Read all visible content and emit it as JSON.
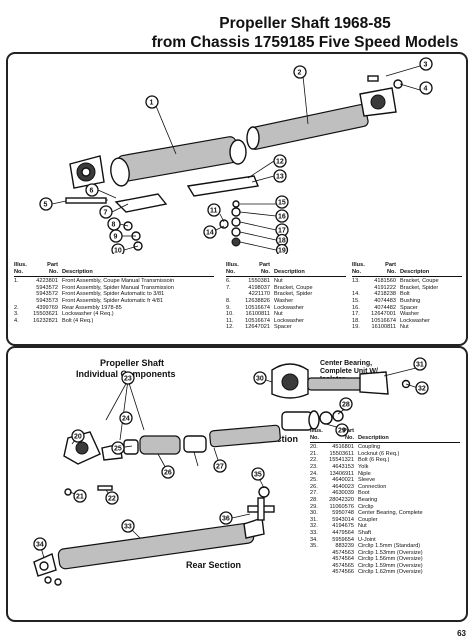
{
  "title": {
    "line1": "Propeller Shaft 1968-85",
    "line2": "from Chassis 1759185 Five Speed Models"
  },
  "headers": {
    "illus": "Illus.",
    "no": "No.",
    "part": "Part",
    "part_no": "No.",
    "description": "Description",
    "description_alt": "Descripton"
  },
  "top_table_1": [
    {
      "illus": "1.",
      "part": "4223801",
      "desc": "Front Assembly, Coupe Manual Transmissoin"
    },
    {
      "illus": "",
      "part": "5943572",
      "desc": "Front Assembly, Spider Manual Transmission"
    },
    {
      "illus": "",
      "part": "5943572",
      "desc": "Front Assembly, Spider Automatic to 3/81"
    },
    {
      "illus": "",
      "part": "5943573",
      "desc": "Front Assembly, Spider Automatic fr 4/81"
    },
    {
      "illus": "2.",
      "part": "4399769",
      "desc": "Rear Assembly 1978-85"
    },
    {
      "illus": "3.",
      "part": "15503621",
      "desc": "Lockwasher (4 Req.)"
    },
    {
      "illus": "4.",
      "part": "16232821",
      "desc": "Bolt (4 Req.)"
    }
  ],
  "top_table_2": [
    {
      "illus": "6.",
      "part": "1550381",
      "desc": "Nut"
    },
    {
      "illus": "7.",
      "part": "4198037",
      "desc": "Bracket, Coupe"
    },
    {
      "illus": "",
      "part": "4221170",
      "desc": "Bracket, Spider"
    },
    {
      "illus": "8.",
      "part": "12638826",
      "desc": "Washer"
    },
    {
      "illus": "9.",
      "part": "10516674",
      "desc": "Lockwasher"
    },
    {
      "illus": "10.",
      "part": "16100811",
      "desc": "Nut"
    },
    {
      "illus": "11.",
      "part": "10516674",
      "desc": "Lockwasher"
    },
    {
      "illus": "12.",
      "part": "12647021",
      "desc": "Spacer"
    }
  ],
  "top_table_3": [
    {
      "illus": "13.",
      "part": "4181560",
      "desc": "Bracket, Coupe"
    },
    {
      "illus": "",
      "part": "4191222",
      "desc": "Bracket, Spider"
    },
    {
      "illus": "14.",
      "part": "4218238",
      "desc": "Bolt"
    },
    {
      "illus": "15.",
      "part": "4074483",
      "desc": "Bushing"
    },
    {
      "illus": "16.",
      "part": "4074482",
      "desc": "Spacer"
    },
    {
      "illus": "17.",
      "part": "12647001",
      "desc": "Washer"
    },
    {
      "illus": "18.",
      "part": "10516674",
      "desc": "Lockwasher"
    },
    {
      "illus": "19.",
      "part": "16100811",
      "desc": "Nut"
    }
  ],
  "bottom_table": [
    {
      "illus": "20.",
      "part": "4516801",
      "desc": "Coupling"
    },
    {
      "illus": "21.",
      "part": "15503611",
      "desc": "Locknut (6 Req.)"
    },
    {
      "illus": "22.",
      "part": "15541321",
      "desc": "Bolt (6 Req.)"
    },
    {
      "illus": "23.",
      "part": "4643153",
      "desc": "Yolk"
    },
    {
      "illus": "24.",
      "part": "13406911",
      "desc": "Niple"
    },
    {
      "illus": "25.",
      "part": "4640021",
      "desc": "Sleeve"
    },
    {
      "illus": "26.",
      "part": "4640023",
      "desc": "Connection"
    },
    {
      "illus": "27.",
      "part": "4630039",
      "desc": "Boot"
    },
    {
      "illus": "28.",
      "part": "28042320",
      "desc": "Bearing"
    },
    {
      "illus": "29.",
      "part": "11060576",
      "desc": "Circlip"
    },
    {
      "illus": "30.",
      "part": "5950748",
      "desc": "Center Bearing, Complete"
    },
    {
      "illus": "31.",
      "part": "5943014",
      "desc": "Coupler"
    },
    {
      "illus": "32.",
      "part": "4194675",
      "desc": "Nut"
    },
    {
      "illus": "33.",
      "part": "4479564",
      "desc": "Shaft"
    },
    {
      "illus": "34.",
      "part": "5959654",
      "desc": "U-Joint"
    },
    {
      "illus": "35.",
      "part": "883239",
      "desc": "Circlip 1.5mm (Standard)"
    },
    {
      "illus": "",
      "part": "4574563",
      "desc": "Circlip 1.53mm (Oversize)"
    },
    {
      "illus": "",
      "part": "4574564",
      "desc": "Circlip 1.56mm (Oversize)"
    },
    {
      "illus": "",
      "part": "4574565",
      "desc": "Circlip 1.59mm (Oversize)"
    },
    {
      "illus": "",
      "part": "4574566",
      "desc": "Circlip 1.62mm (Oversize)"
    }
  ],
  "labels": {
    "propeller_shaft": "Propeller Shaft",
    "individual_components": "Individual Components",
    "center_bearing_1": "Center Bearing,",
    "center_bearing_2": "Complete Unit W/",
    "center_bearing_3": "Isolater",
    "front_section": "Front Section",
    "rear_section": "Rear Section"
  },
  "callouts_top": [
    "1",
    "2",
    "3",
    "4",
    "5",
    "6",
    "7",
    "8",
    "9",
    "10",
    "11",
    "12",
    "13",
    "14",
    "15",
    "16",
    "17",
    "18",
    "19"
  ],
  "callouts_bottom": [
    "20",
    "21",
    "22",
    "23",
    "24",
    "25",
    "26",
    "27",
    "28",
    "29",
    "30",
    "31",
    "32",
    "33",
    "34",
    "35",
    "36"
  ],
  "page_number": "63"
}
